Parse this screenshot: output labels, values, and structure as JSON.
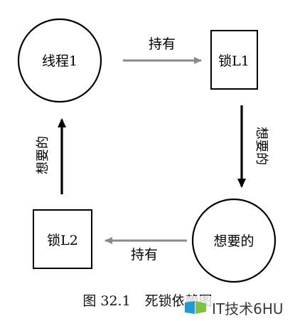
{
  "nodes": {
    "thread1": "线程1",
    "lock1": "锁L1",
    "wants": "想要的",
    "lock2": "锁L2"
  },
  "edges": {
    "holds_top": "持有",
    "wants_right": "想要的",
    "holds_bottom": "持有",
    "wants_left": "想要的"
  },
  "caption": {
    "figure_no": "图 32.1",
    "title": "死锁依赖图"
  },
  "watermark": {
    "text": "IT技术6HU",
    "colors": [
      "#1f9ad6",
      "#7fc241"
    ]
  },
  "colors": {
    "gray_arrow": "#8a8a8a",
    "black_arrow": "#000000"
  }
}
